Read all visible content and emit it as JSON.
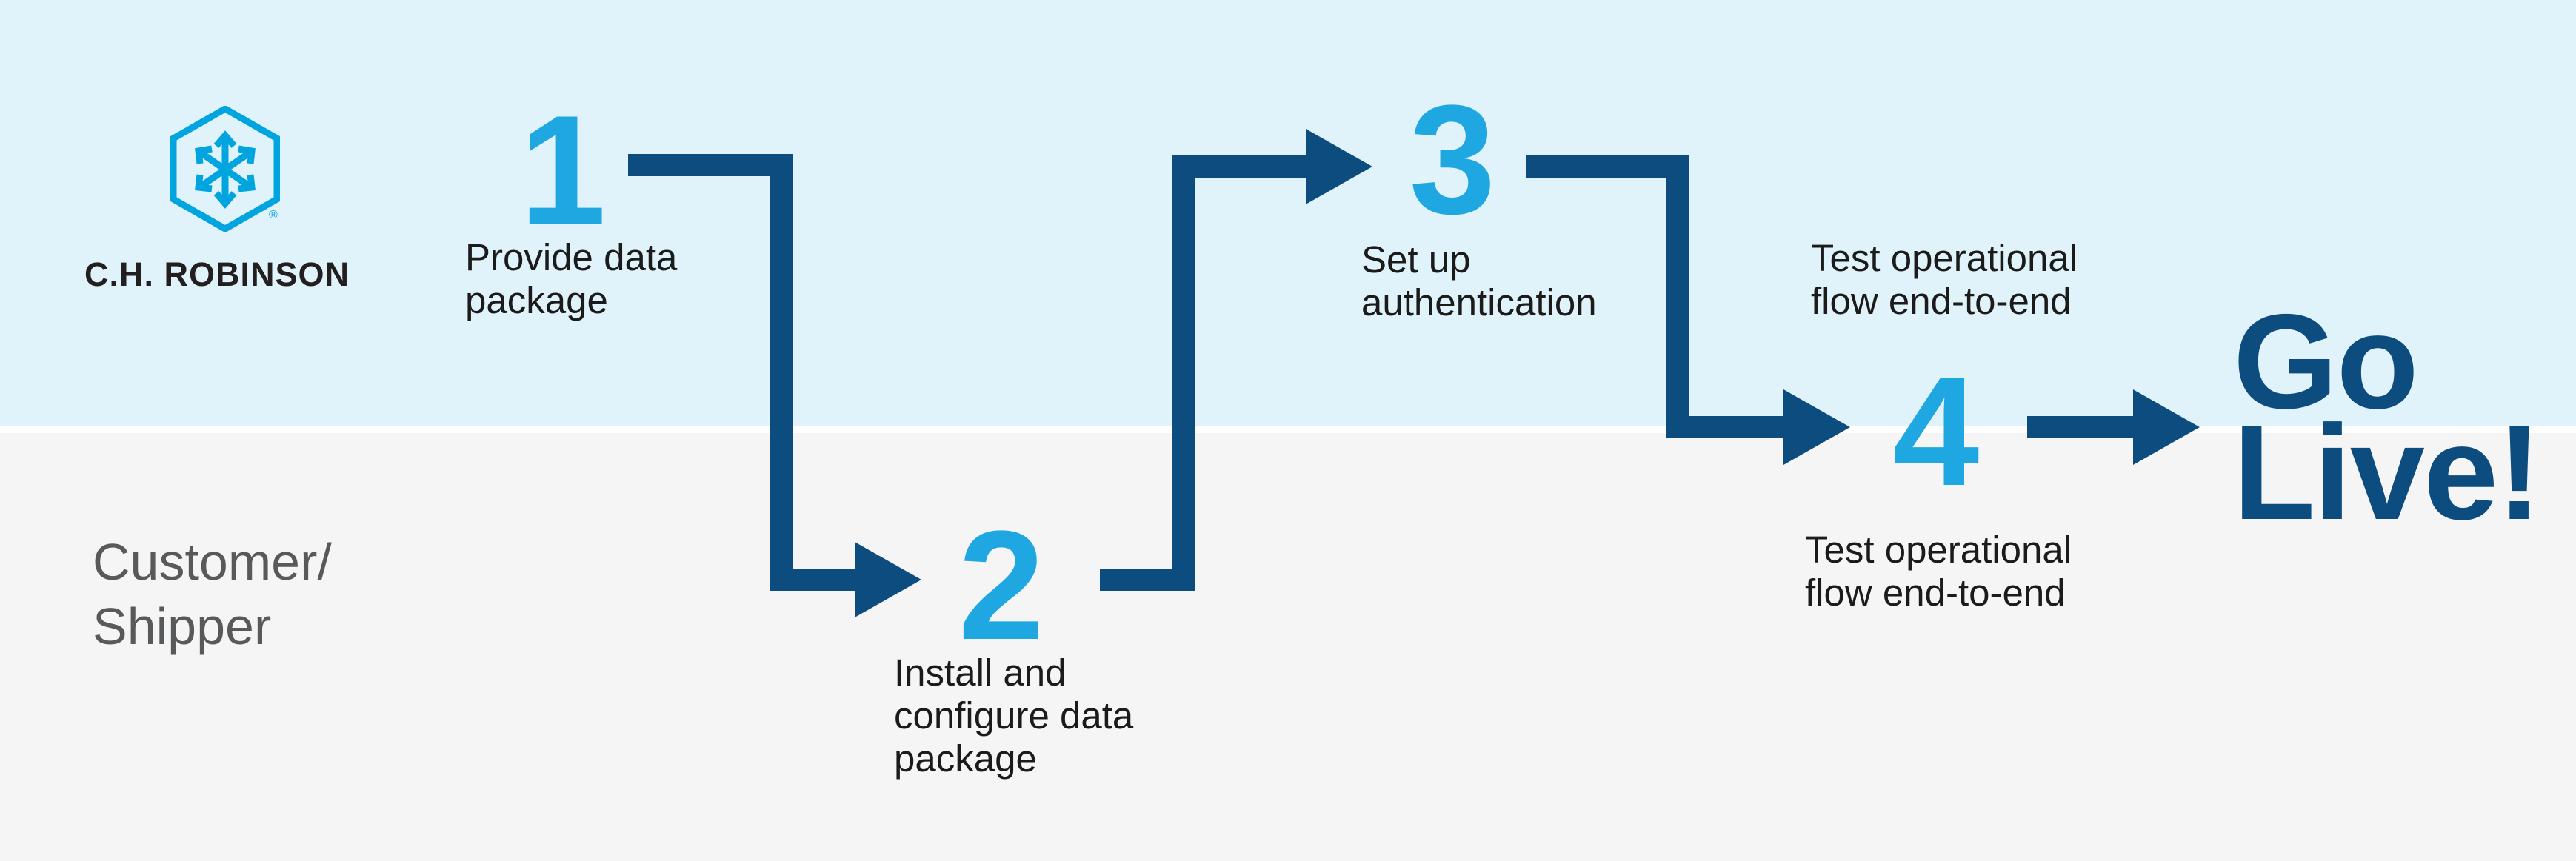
{
  "brand": {
    "wordmark": "C.H. ROBINSON",
    "registered_mark": "®",
    "logo_icon_name": "hexagon-cube-arrows"
  },
  "lanes": {
    "customer_label": "Customer/\nShipper"
  },
  "steps": [
    {
      "number": "1",
      "label": "Provide data\npackage"
    },
    {
      "number": "2",
      "label": "Install and\nconfigure data\npackage"
    },
    {
      "number": "3",
      "label": "Set up\nauthentication"
    },
    {
      "number": "4",
      "label_top": "Test operational\nflow end-to-end",
      "label_bottom": "Test operational\nflow end-to-end"
    }
  ],
  "outcome": {
    "label": "Go\nLive!"
  },
  "colors": {
    "band_top": "#E1F3FA",
    "band_bottom": "#F5F5F6",
    "divider": "#FFFFFF",
    "arrow_navy": "#0D4C7F",
    "step_cyan": "#1FA7E1",
    "logo_cyan": "#00A5E0",
    "text_black": "#1B1B1B",
    "text_gray": "#58595B"
  }
}
